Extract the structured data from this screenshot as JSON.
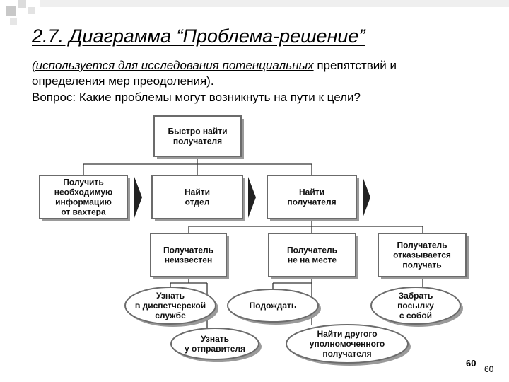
{
  "slide": {
    "title": "2.7. Диаграмма “Проблема-решение”",
    "description_italic": "(используется для исследования потенциальных",
    "description_rest": " препятствий и",
    "description_line2": "определения мер преодоления).",
    "question": "Вопрос: Какие проблемы могут возникнуть на пути к цели?",
    "page_number_bold": "60",
    "page_number": "60"
  },
  "diagram": {
    "goal": [
      "Быстро найти",
      "получателя"
    ],
    "level1": [
      [
        "Получить",
        "необходимую",
        "информацию",
        "от вахтера"
      ],
      [
        "Найти",
        "отдел"
      ],
      [
        "Найти",
        "получателя"
      ]
    ],
    "problems": [
      [
        "Получатель",
        "неизвестен"
      ],
      [
        "Получатель",
        "не на месте"
      ],
      [
        "Получатель",
        "отказывается",
        "получать"
      ]
    ],
    "solutions": [
      [
        "Узнать",
        "в диспетчерской",
        "службе"
      ],
      [
        "Подождать"
      ],
      [
        "Забрать",
        "посылку",
        "с собой"
      ],
      [
        "Узнать",
        "у отправителя"
      ],
      [
        "Найти другого",
        "уполномоченного",
        "получателя"
      ]
    ]
  },
  "colors": {
    "box_fill": "#ffffff",
    "box_border": "#6b6b6b",
    "shadow": "#9a9a9a",
    "arrow": "#222222",
    "connector": "#333333",
    "deco": "#d0d0d0"
  }
}
